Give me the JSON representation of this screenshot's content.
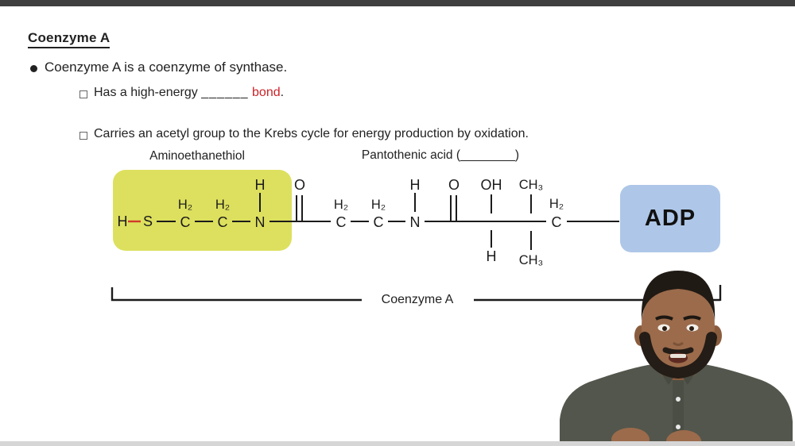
{
  "header": {
    "title": "Coenzyme A"
  },
  "bullets": {
    "main": "Coenzyme A is a coenzyme of synthase.",
    "sub1_pre": "Has a high-energy ",
    "sub1_blank": "______",
    "sub1_red": " bond",
    "sub1_end": ".",
    "sub2": "Carries an acetyl group to the Krebs cycle for energy production by oxidation."
  },
  "diagram": {
    "group_left_label": "Aminoethanethiol",
    "group_right_label": "Pantothenic acid (________)",
    "adp_label": "ADP",
    "bracket_label": "Coenzyme A",
    "atoms": [
      "H",
      "S",
      "H₂",
      "C",
      "H₂",
      "C",
      "H",
      "N",
      "O",
      "H₂",
      "C",
      "H₂",
      "C",
      "H",
      "N",
      "O",
      "OH",
      "H",
      "CH₃",
      "CH₃",
      "H₂",
      "C"
    ],
    "colors": {
      "highlight_yellow": "#dde05e",
      "adp_blue": "#aec7e8",
      "thiol_bond_red": "#d03a2b",
      "emphasis_red": "#cc2329"
    }
  }
}
